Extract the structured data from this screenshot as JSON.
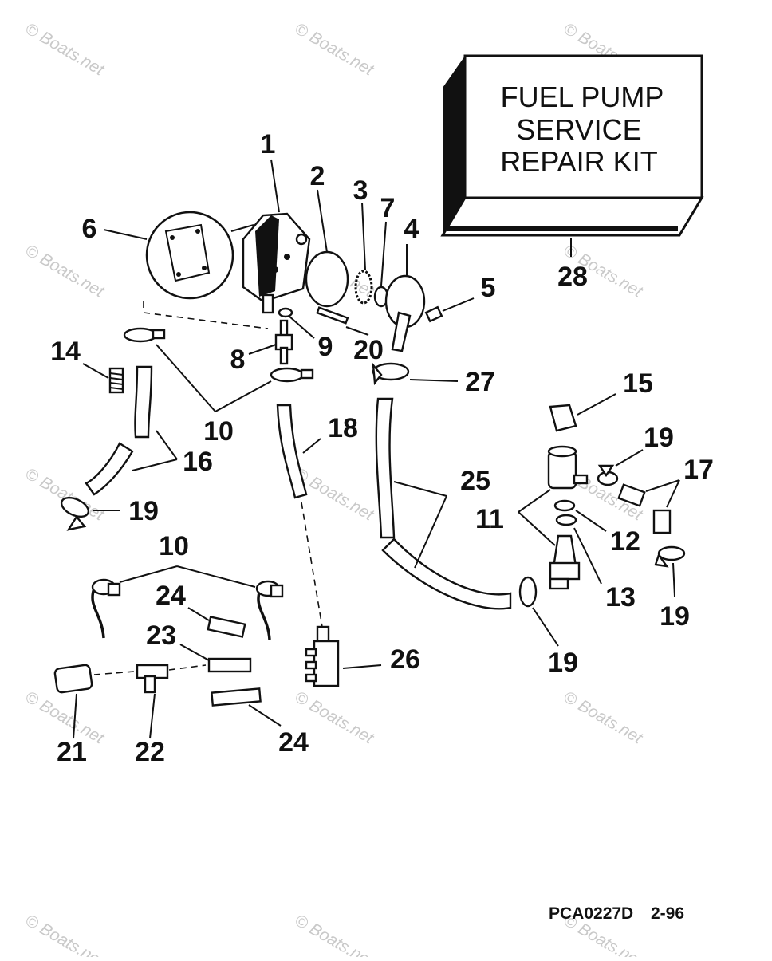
{
  "kit_box": {
    "lines": [
      "FUEL PUMP",
      "SERVICE",
      "REPAIR KIT"
    ],
    "callout": "28"
  },
  "callouts": [
    "1",
    "2",
    "3",
    "7",
    "4",
    "6",
    "5",
    "9",
    "20",
    "14",
    "8",
    "27",
    "10",
    "15",
    "19",
    "18",
    "16",
    "25",
    "17",
    "11",
    "12",
    "13",
    "10",
    "24",
    "23",
    "26",
    "21",
    "22",
    "24",
    "19",
    "19",
    "19"
  ],
  "watermark": "© Boats.net",
  "footer": {
    "code": "PCA0227D",
    "date": "2-96"
  }
}
